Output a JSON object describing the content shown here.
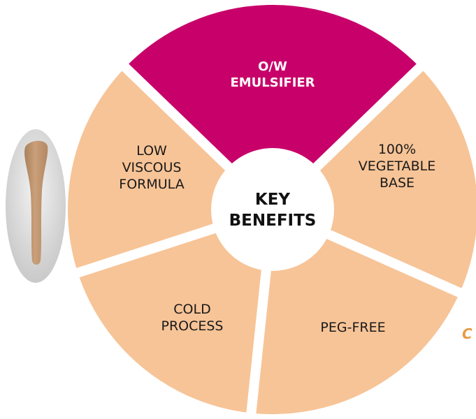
{
  "diagram": {
    "center_label_lines": [
      "KEY",
      "BENEFITS"
    ],
    "segments": [
      {
        "id": "ow-emulsifier",
        "lines": [
          "O/W",
          "EMULSIFIER"
        ],
        "color": "#c8006a",
        "highlighted": true
      },
      {
        "id": "vegetable-base",
        "lines": [
          "100%",
          "VEGETABLE",
          "BASE"
        ],
        "color": "#f7c497",
        "highlighted": false
      },
      {
        "id": "peg-free",
        "lines": [
          "PEG-FREE"
        ],
        "color": "#f7c497",
        "highlighted": false
      },
      {
        "id": "cold-process",
        "lines": [
          "COLD",
          "PROCESS"
        ],
        "color": "#f7c497",
        "highlighted": false
      },
      {
        "id": "low-viscous",
        "lines": [
          "LOW",
          "VISCOUS",
          "FORMULA"
        ],
        "color": "#f7c497",
        "highlighted": false
      }
    ],
    "edge_letter": "C",
    "colors": {
      "segment": "#f7c497",
      "highlight": "#c8006a",
      "hub": "#ffffff",
      "gap": "#ffffff",
      "accent_text": "#e79a44",
      "product_swatch": "#c49b74"
    }
  }
}
